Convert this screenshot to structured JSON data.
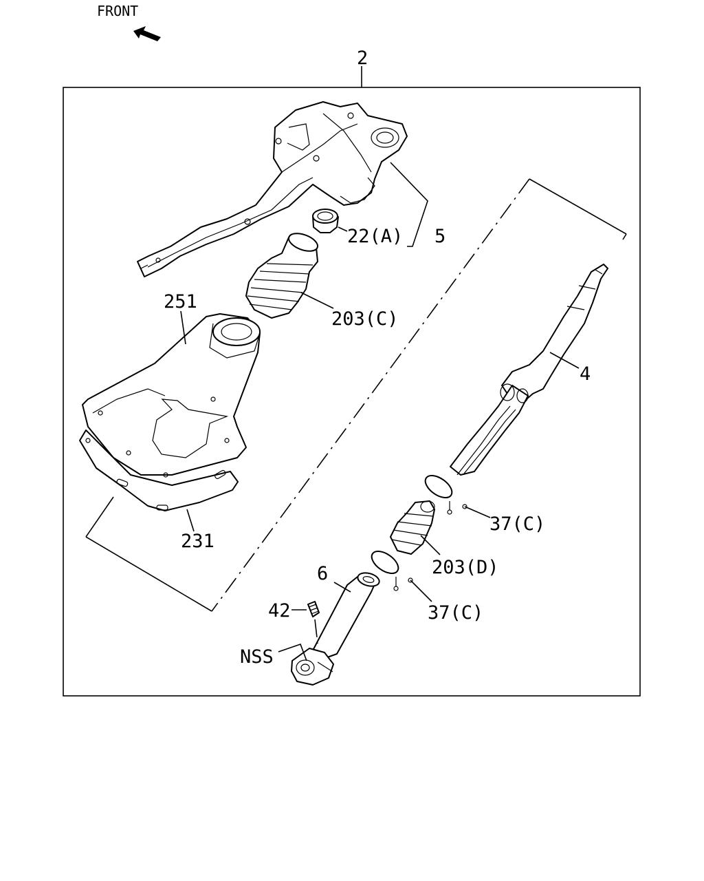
{
  "front_label": "FRONT",
  "callouts": {
    "assembly": "2",
    "bracket": "5",
    "bushing": "22(A)",
    "boot_upper": "203(C)",
    "boot_lower": "203(D)",
    "cover": "251",
    "gasket": "231",
    "shaft": "4",
    "clip_upper": "37(C)",
    "clip_lower": "37(C)",
    "tube": "6",
    "grease_fitting": "42",
    "nss": "NSS"
  },
  "icons": {
    "front_arrow": "arrow-up-left-icon"
  }
}
